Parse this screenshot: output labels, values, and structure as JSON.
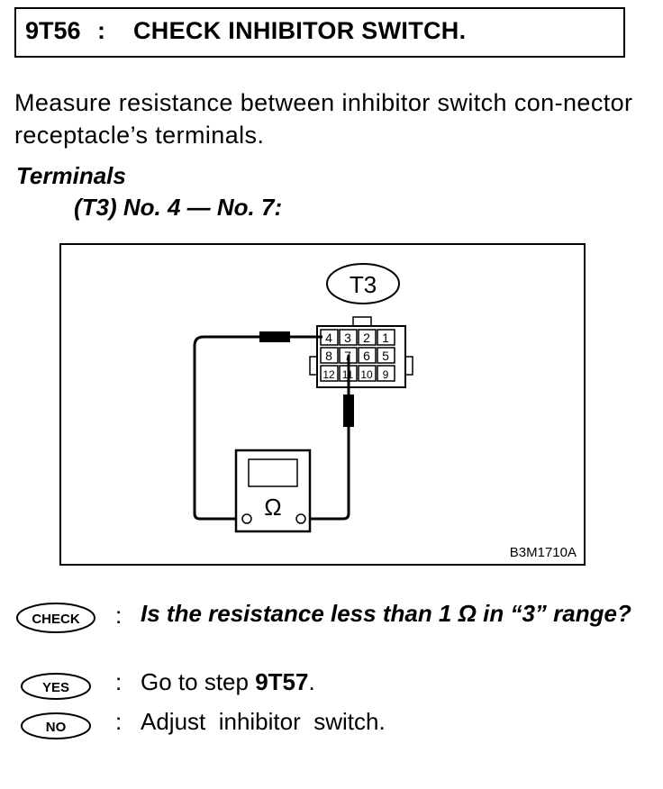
{
  "header": {
    "step_code": "9T56",
    "separator": ":",
    "title": "CHECK INHIBITOR SWITCH."
  },
  "instruction": "Measure resistance between inhibitor switch con-nector receptacle’s terminals.",
  "terminals": {
    "heading": "Terminals",
    "spec": "(T3) No. 4 — No. 7:"
  },
  "figure": {
    "connector_label": "T3",
    "pins_row1": [
      "4",
      "3",
      "2",
      "1"
    ],
    "pins_row2": [
      "8",
      "7",
      "6",
      "5"
    ],
    "pins_row3": [
      "12",
      "11",
      "10",
      "9"
    ],
    "meter_symbol": "Ω",
    "figure_code": "B3M1710A"
  },
  "check": {
    "badge": "CHECK",
    "colon": ":",
    "question": "Is the resistance less than 1 Ω in “3” range?"
  },
  "yes": {
    "badge": "YES",
    "colon": ":",
    "text_prefix": "Go to step ",
    "step": "9T57",
    "text_suffix": "."
  },
  "no": {
    "badge": "NO",
    "colon": ":",
    "text": "Adjust  inhibitor  switch."
  }
}
